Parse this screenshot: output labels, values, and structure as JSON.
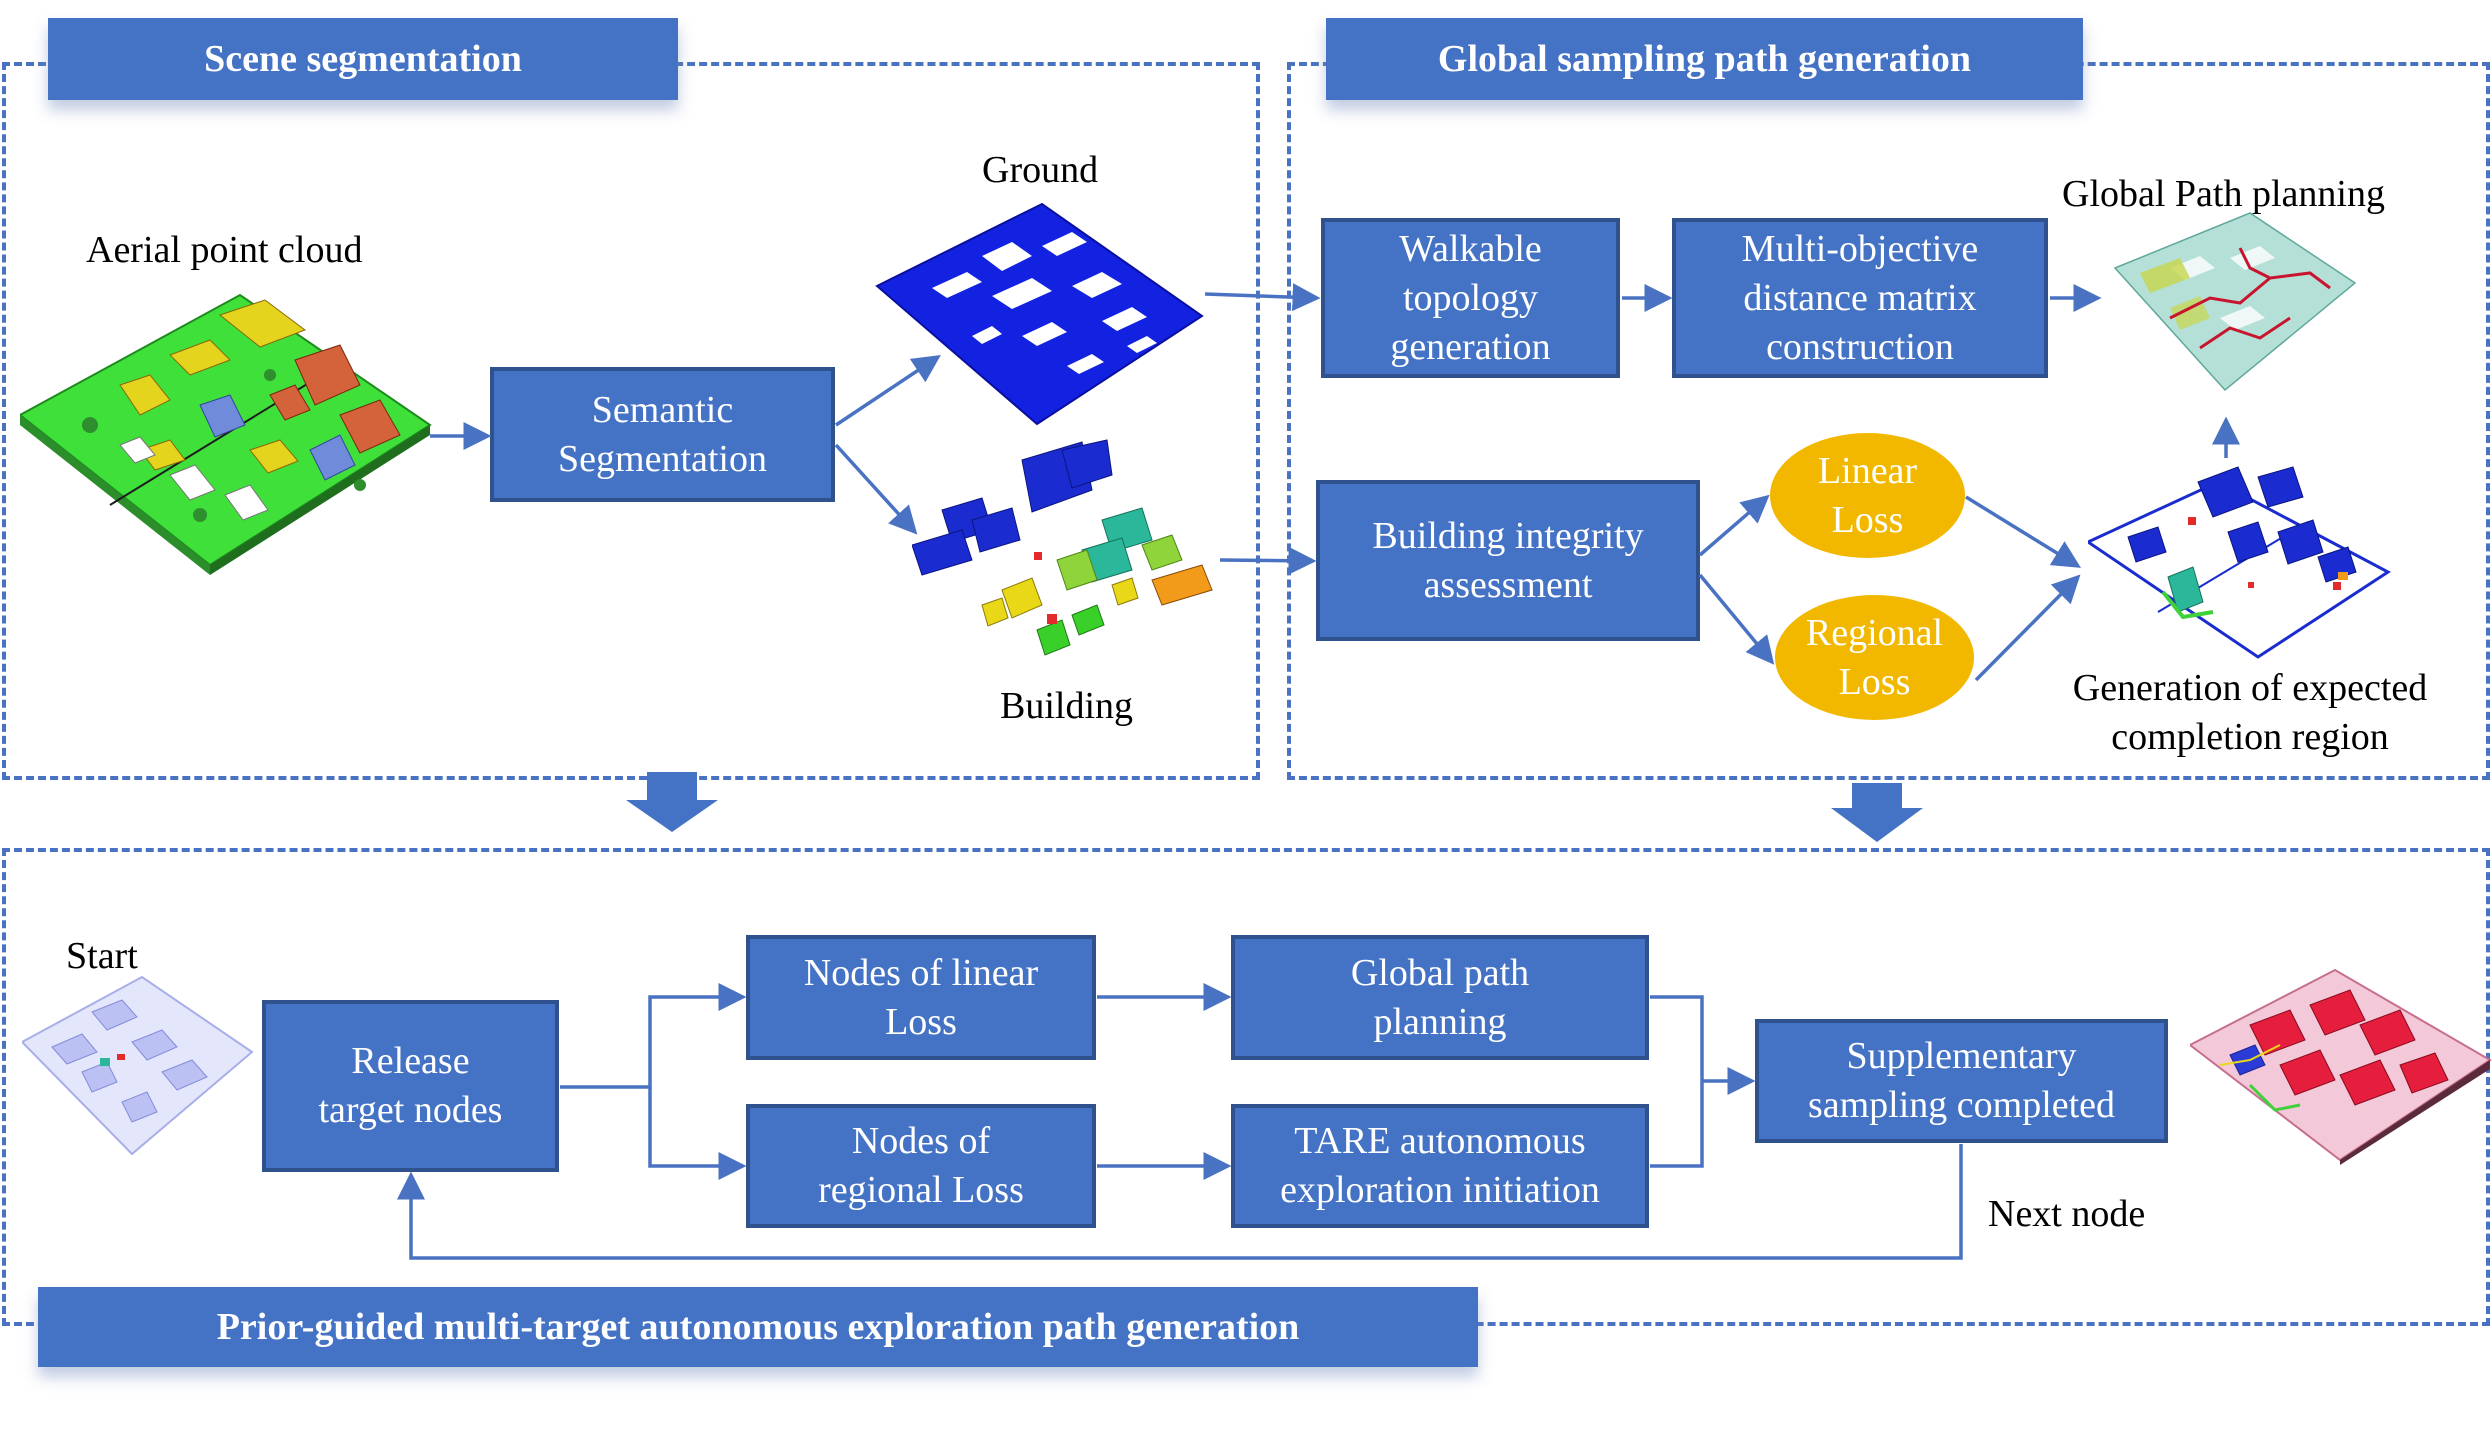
{
  "sections": {
    "scene": "Scene segmentation",
    "global": "Global sampling path generation",
    "prior": "Prior-guided multi-target autonomous exploration path generation"
  },
  "labels": {
    "aerial": "Aerial point cloud",
    "ground": "Ground",
    "building": "Building",
    "global_path_planning": "Global Path planning",
    "expected_region": "Generation of expected completion region",
    "start": "Start",
    "next_node": "Next node"
  },
  "boxes": {
    "semantic": "Semantic Segmentation",
    "walkable": "Walkable topology generation",
    "distance_matrix": "Multi-objective distance matrix construction",
    "integrity": "Building integrity assessment",
    "release": "Release target nodes",
    "nodes_linear": "Nodes of linear Loss",
    "nodes_regional": "Nodes of regional Loss",
    "global_path": "Global path planning",
    "tare": "TARE autonomous exploration initiation",
    "supplementary": "Supplementary sampling completed"
  },
  "ellipses": {
    "linear": "Linear Loss",
    "regional": "Regional Loss"
  },
  "colors": {
    "box": "#4472c4",
    "loss": "#f2b800",
    "arrow": "#4a72c2"
  }
}
